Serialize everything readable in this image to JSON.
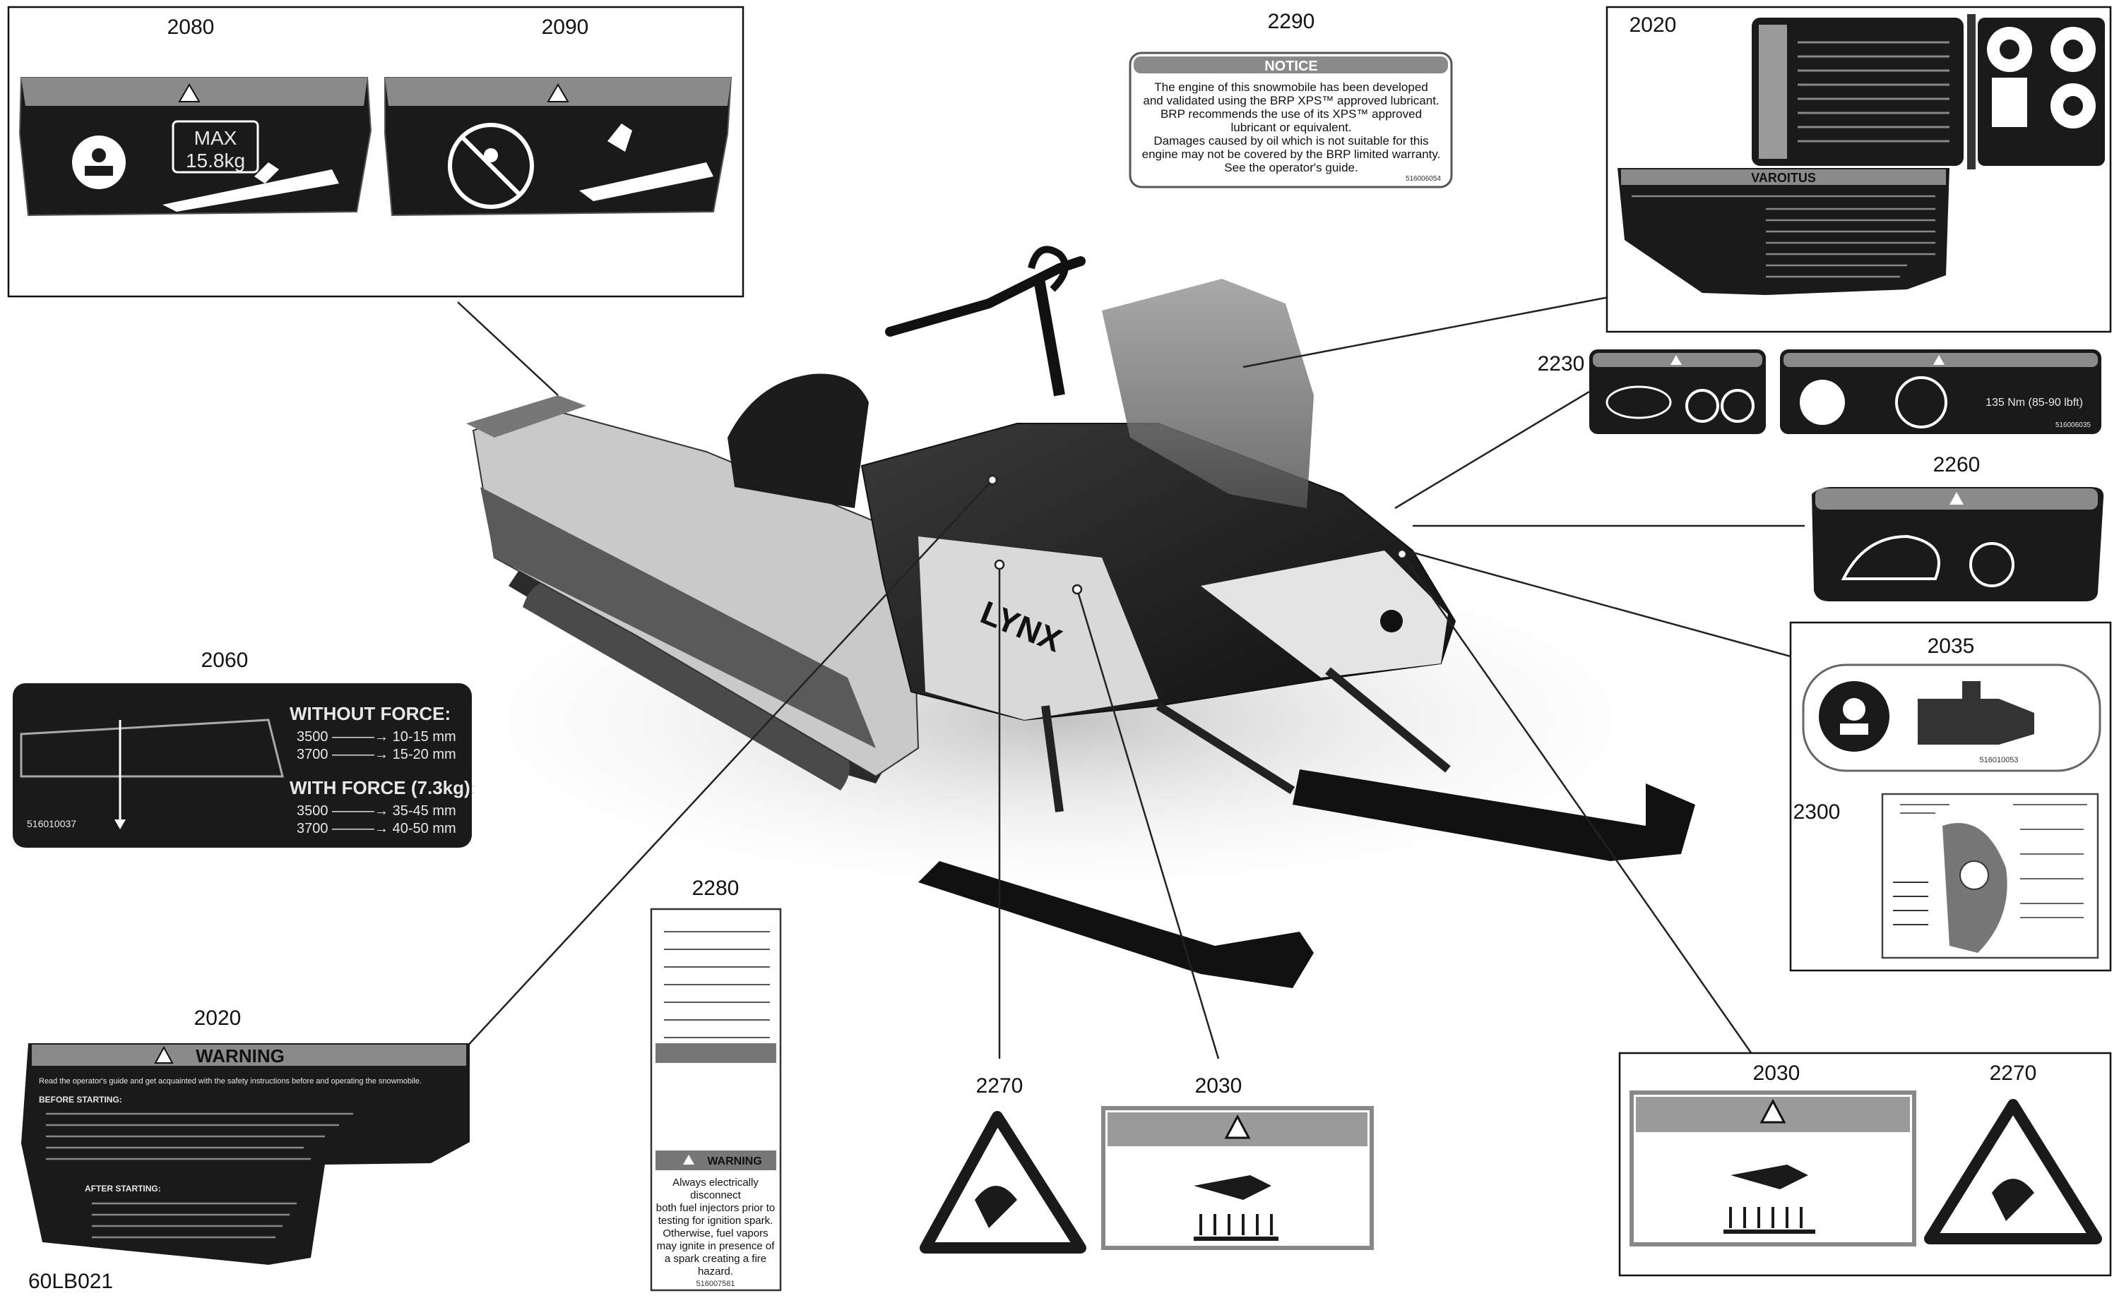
{
  "diagram": {
    "code": "60LB021",
    "references": {
      "r2080": "2080",
      "r2090": "2090",
      "r2290": "2290",
      "r2020_top": "2020",
      "r2230": "2230",
      "r2260": "2260",
      "r2035": "2035",
      "r2300": "2300",
      "r2060": "2060",
      "r2020_bottom": "2020",
      "r2280": "2280",
      "r2270_mid": "2270",
      "r2030_mid": "2030",
      "r2030_box": "2030",
      "r2270_box": "2270"
    },
    "labels": {
      "max_load": {
        "title": "MAX",
        "value": "15.8kg"
      },
      "notice": {
        "header": "NOTICE",
        "lines": [
          "The engine of this snowmobile has been developed",
          "and validated using the BRP XPS™ approved lubricant.",
          "BRP recommends the use of its XPS™ approved",
          "lubricant or equivalent.",
          "Damages caused by oil which is not suitable for this",
          "engine may not be covered by the BRP limited warranty.",
          "See the operator's guide."
        ],
        "code": "516006054"
      },
      "varoitus": {
        "header": "VAROITUS"
      },
      "belt_spec": {
        "text": "135 Nm (85-90 lbft)",
        "code": "516006035"
      },
      "suspension": {
        "without_force": "WITHOUT FORCE:",
        "wf_rows": [
          "3500 ———→ 10-15 mm",
          "3700 ———→ 15-20 mm"
        ],
        "with_force": "WITH FORCE (7.3kg):",
        "wi_rows": [
          "3500 ———→ 35-45 mm",
          "3700 ———→ 40-50 mm"
        ],
        "code": "516010037"
      },
      "warning": {
        "header": "WARNING",
        "intro": "Read the operator's guide and get acquainted with the safety instructions before and operating the snowmobile.",
        "before_starting": "BEFORE STARTING:",
        "after_starting": "AFTER STARTING:"
      },
      "fuel_injector": {
        "lines": [
          "Always electrically",
          "disconnect",
          "both fuel injectors prior to",
          "testing for ignition spark.",
          "Otherwise, fuel vapors",
          "may ignite in presence of",
          "a spark creating a fire",
          "hazard."
        ],
        "code": "516007581",
        "header": "WARNING"
      },
      "hand_nut": {
        "code": "516010053"
      }
    },
    "colors": {
      "sticker_dark": "#1a1a1a",
      "sticker_grey": "#7a7a7a",
      "line": "#222222"
    }
  }
}
